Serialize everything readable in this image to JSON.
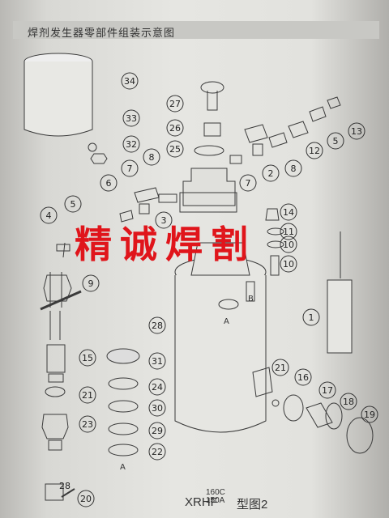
{
  "title": "焊剂发生器零部件组装示意图",
  "watermark": "精诚焊割",
  "model": {
    "prefix": "XRHF",
    "variant_top": "160C",
    "variant_bottom": "150A",
    "suffix": "型图2"
  },
  "labels": {
    "a1": "A",
    "a2": "A",
    "b": "B"
  },
  "callouts": [
    {
      "n": "34"
    },
    {
      "n": "33"
    },
    {
      "n": "32"
    },
    {
      "n": "27"
    },
    {
      "n": "26"
    },
    {
      "n": "25"
    },
    {
      "n": "8"
    },
    {
      "n": "7"
    },
    {
      "n": "6"
    },
    {
      "n": "5"
    },
    {
      "n": "4"
    },
    {
      "n": "3"
    },
    {
      "n": "2"
    },
    {
      "n": "7"
    },
    {
      "n": "8"
    },
    {
      "n": "12"
    },
    {
      "n": "5"
    },
    {
      "n": "13"
    },
    {
      "n": "14"
    },
    {
      "n": "11"
    },
    {
      "n": "10"
    },
    {
      "n": "10"
    },
    {
      "n": "9"
    },
    {
      "n": "28"
    },
    {
      "n": "1"
    },
    {
      "n": "15"
    },
    {
      "n": "31"
    },
    {
      "n": "24"
    },
    {
      "n": "21"
    },
    {
      "n": "30"
    },
    {
      "n": "23"
    },
    {
      "n": "29"
    },
    {
      "n": "22"
    },
    {
      "n": "21"
    },
    {
      "n": "16"
    },
    {
      "n": "17"
    },
    {
      "n": "18"
    },
    {
      "n": "19"
    },
    {
      "n": "20"
    },
    {
      "n": "28"
    }
  ]
}
